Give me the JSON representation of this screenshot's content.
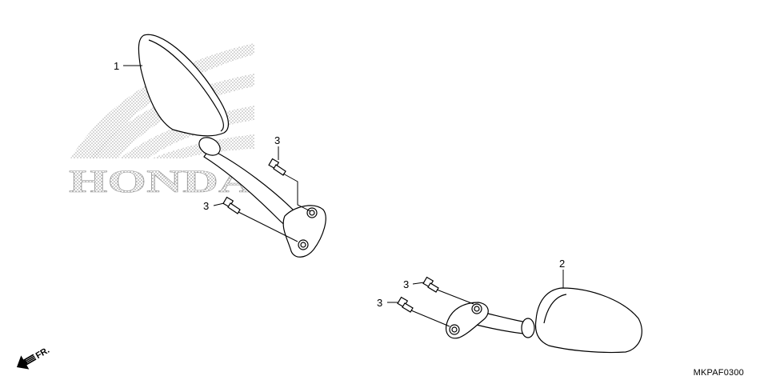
{
  "diagram": {
    "callouts": [
      {
        "label": "1"
      },
      {
        "label": "2"
      },
      {
        "label": "3"
      },
      {
        "label": "3"
      },
      {
        "label": "3"
      },
      {
        "label": "3"
      }
    ],
    "direction_label": "FR.",
    "diagram_code": "MKPAF0300",
    "watermark_text": "HONDA"
  }
}
